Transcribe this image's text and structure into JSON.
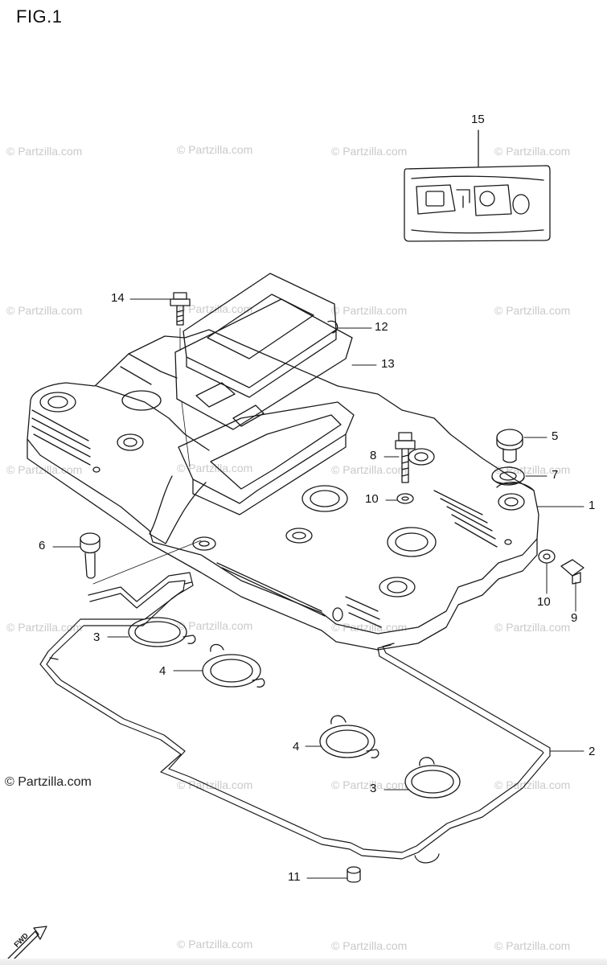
{
  "figure": {
    "title": "FIG.1"
  },
  "watermark": {
    "text": "© Partzilla.com",
    "main_text": "© Partzilla.com"
  },
  "callouts": [
    {
      "id": "1",
      "label": "1"
    },
    {
      "id": "2",
      "label": "2"
    },
    {
      "id": "3a",
      "label": "3"
    },
    {
      "id": "3b",
      "label": "3"
    },
    {
      "id": "4a",
      "label": "4"
    },
    {
      "id": "4b",
      "label": "4"
    },
    {
      "id": "5",
      "label": "5"
    },
    {
      "id": "6",
      "label": "6"
    },
    {
      "id": "7",
      "label": "7"
    },
    {
      "id": "8",
      "label": "8"
    },
    {
      "id": "9",
      "label": "9"
    },
    {
      "id": "10a",
      "label": "10"
    },
    {
      "id": "10b",
      "label": "10"
    },
    {
      "id": "11",
      "label": "11"
    },
    {
      "id": "12",
      "label": "12"
    },
    {
      "id": "13",
      "label": "13"
    },
    {
      "id": "14",
      "label": "14"
    },
    {
      "id": "15",
      "label": "15"
    }
  ],
  "fwd_label": "FWD",
  "colors": {
    "line": "#1a1a1a",
    "watermark": "#c9c9c9"
  }
}
